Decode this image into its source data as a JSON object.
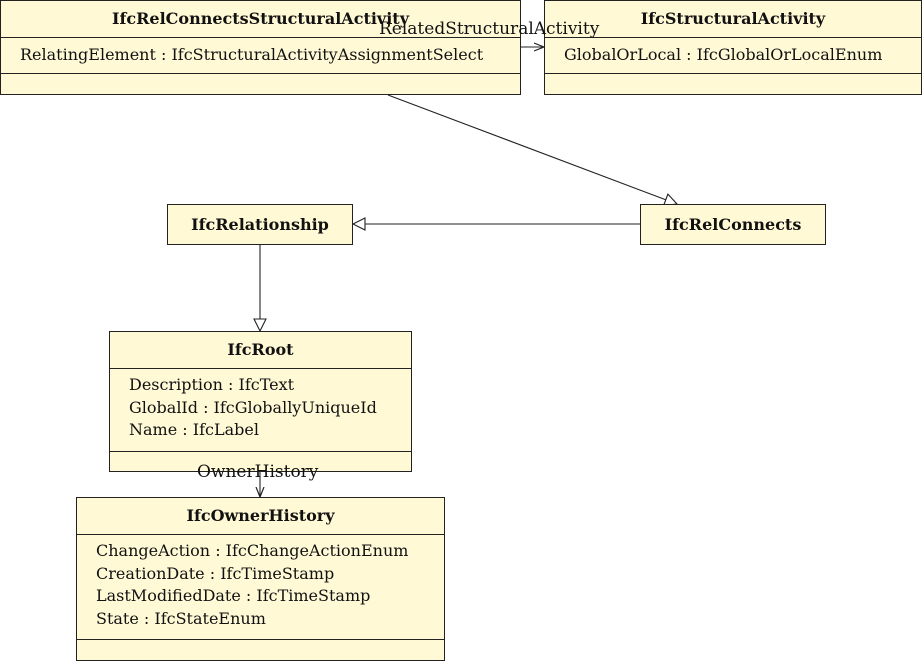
{
  "classes": {
    "relconnectsstructuralactivity": {
      "name": "IfcRelConnectsStructuralActivity",
      "attributes": [
        "RelatingElement : IfcStructuralActivityAssignmentSelect"
      ]
    },
    "structuralactivity": {
      "name": "IfcStructuralActivity",
      "attributes": [
        "GlobalOrLocal : IfcGlobalOrLocalEnum"
      ]
    },
    "relationship": {
      "name": "IfcRelationship"
    },
    "relconnects": {
      "name": "IfcRelConnects"
    },
    "root": {
      "name": "IfcRoot",
      "attributes": [
        "Description : IfcText",
        "GlobalId : IfcGloballyUniqueId",
        "Name : IfcLabel"
      ]
    },
    "ownerhistory": {
      "name": "IfcOwnerHistory",
      "attributes": [
        "ChangeAction : IfcChangeActionEnum",
        "CreationDate : IfcTimeStamp",
        "LastModifiedDate : IfcTimeStamp",
        "State : IfcStateEnum"
      ]
    }
  },
  "associations": {
    "related_structural_activity": "RelatedStructuralActivity",
    "owner_history": "OwnerHistory"
  }
}
